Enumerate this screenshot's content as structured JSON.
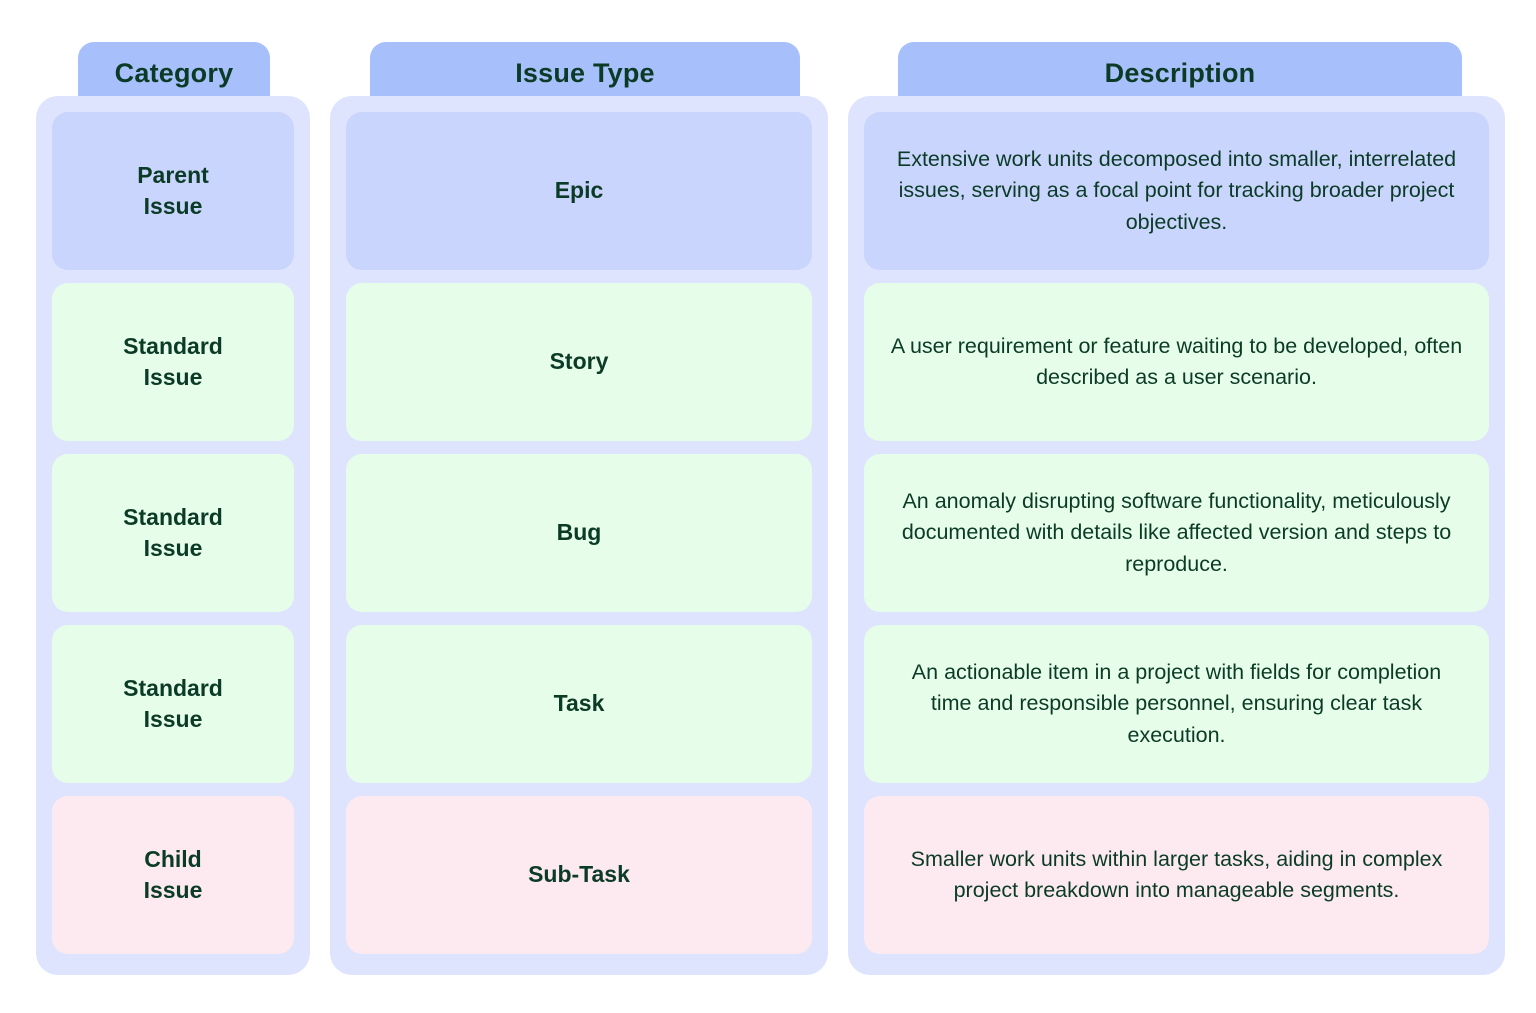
{
  "colors": {
    "page_background": "#ffffff",
    "header_tab": "#a7c0fb",
    "column_container": "#dee4fd",
    "cell_blue": "#c9d5fd",
    "cell_green": "#e6fde9",
    "cell_pink": "#fdeaf0",
    "text": "#0b3b26"
  },
  "table": {
    "columns": [
      {
        "id": "category",
        "header": "Category"
      },
      {
        "id": "issue_type",
        "header": "Issue Type"
      },
      {
        "id": "description",
        "header": "Description"
      }
    ],
    "rows": [
      {
        "tone": "blue",
        "category": "Parent\nIssue",
        "issue_type": "Epic",
        "description": "Extensive work units decomposed into smaller, interrelated issues, serving as a focal point for tracking broader project objectives."
      },
      {
        "tone": "green",
        "category": "Standard\nIssue",
        "issue_type": "Story",
        "description": "A user requirement or feature waiting to be developed, often described as a user scenario."
      },
      {
        "tone": "green",
        "category": "Standard\nIssue",
        "issue_type": "Bug",
        "description": "An anomaly disrupting software functionality, meticulously documented with details like affected version and steps to reproduce."
      },
      {
        "tone": "green",
        "category": "Standard\nIssue",
        "issue_type": "Task",
        "description": "An actionable item in a project with fields for completion time and responsible personnel, ensuring clear task execution."
      },
      {
        "tone": "pink",
        "category": "Child\nIssue",
        "issue_type": "Sub-Task",
        "description": "Smaller work units within larger tasks, aiding in complex project breakdown into manageable segments."
      }
    ]
  }
}
